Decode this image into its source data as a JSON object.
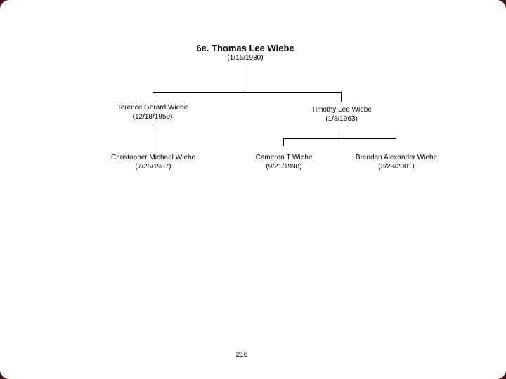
{
  "slide": {
    "type": "family-tree-diagram",
    "colors": {
      "background": "#ffffff",
      "text": "#000000",
      "line": "#000000",
      "page_corner_background": "#3e1516"
    },
    "tree": {
      "root": {
        "name": "6e. Thomas Lee Wiebe",
        "date": "(1/16/1930)"
      },
      "children": [
        {
          "name": "Terence Gerard Wiebe",
          "date": "(12/18/1959)",
          "children": [
            {
              "name": "Christopher Michael Wiebe",
              "date": "(7/26/1987)"
            }
          ]
        },
        {
          "name": "Timothy Lee Wiebe",
          "date": "(1/8/1963)",
          "children": [
            {
              "name": "Cameron T Wiebe",
              "date": "(9/21/1998)"
            },
            {
              "name": "Brendan Alexander Wiebe",
              "date": "(3/29/2001)"
            }
          ]
        }
      ]
    },
    "footer": {
      "page_number": "216"
    }
  }
}
